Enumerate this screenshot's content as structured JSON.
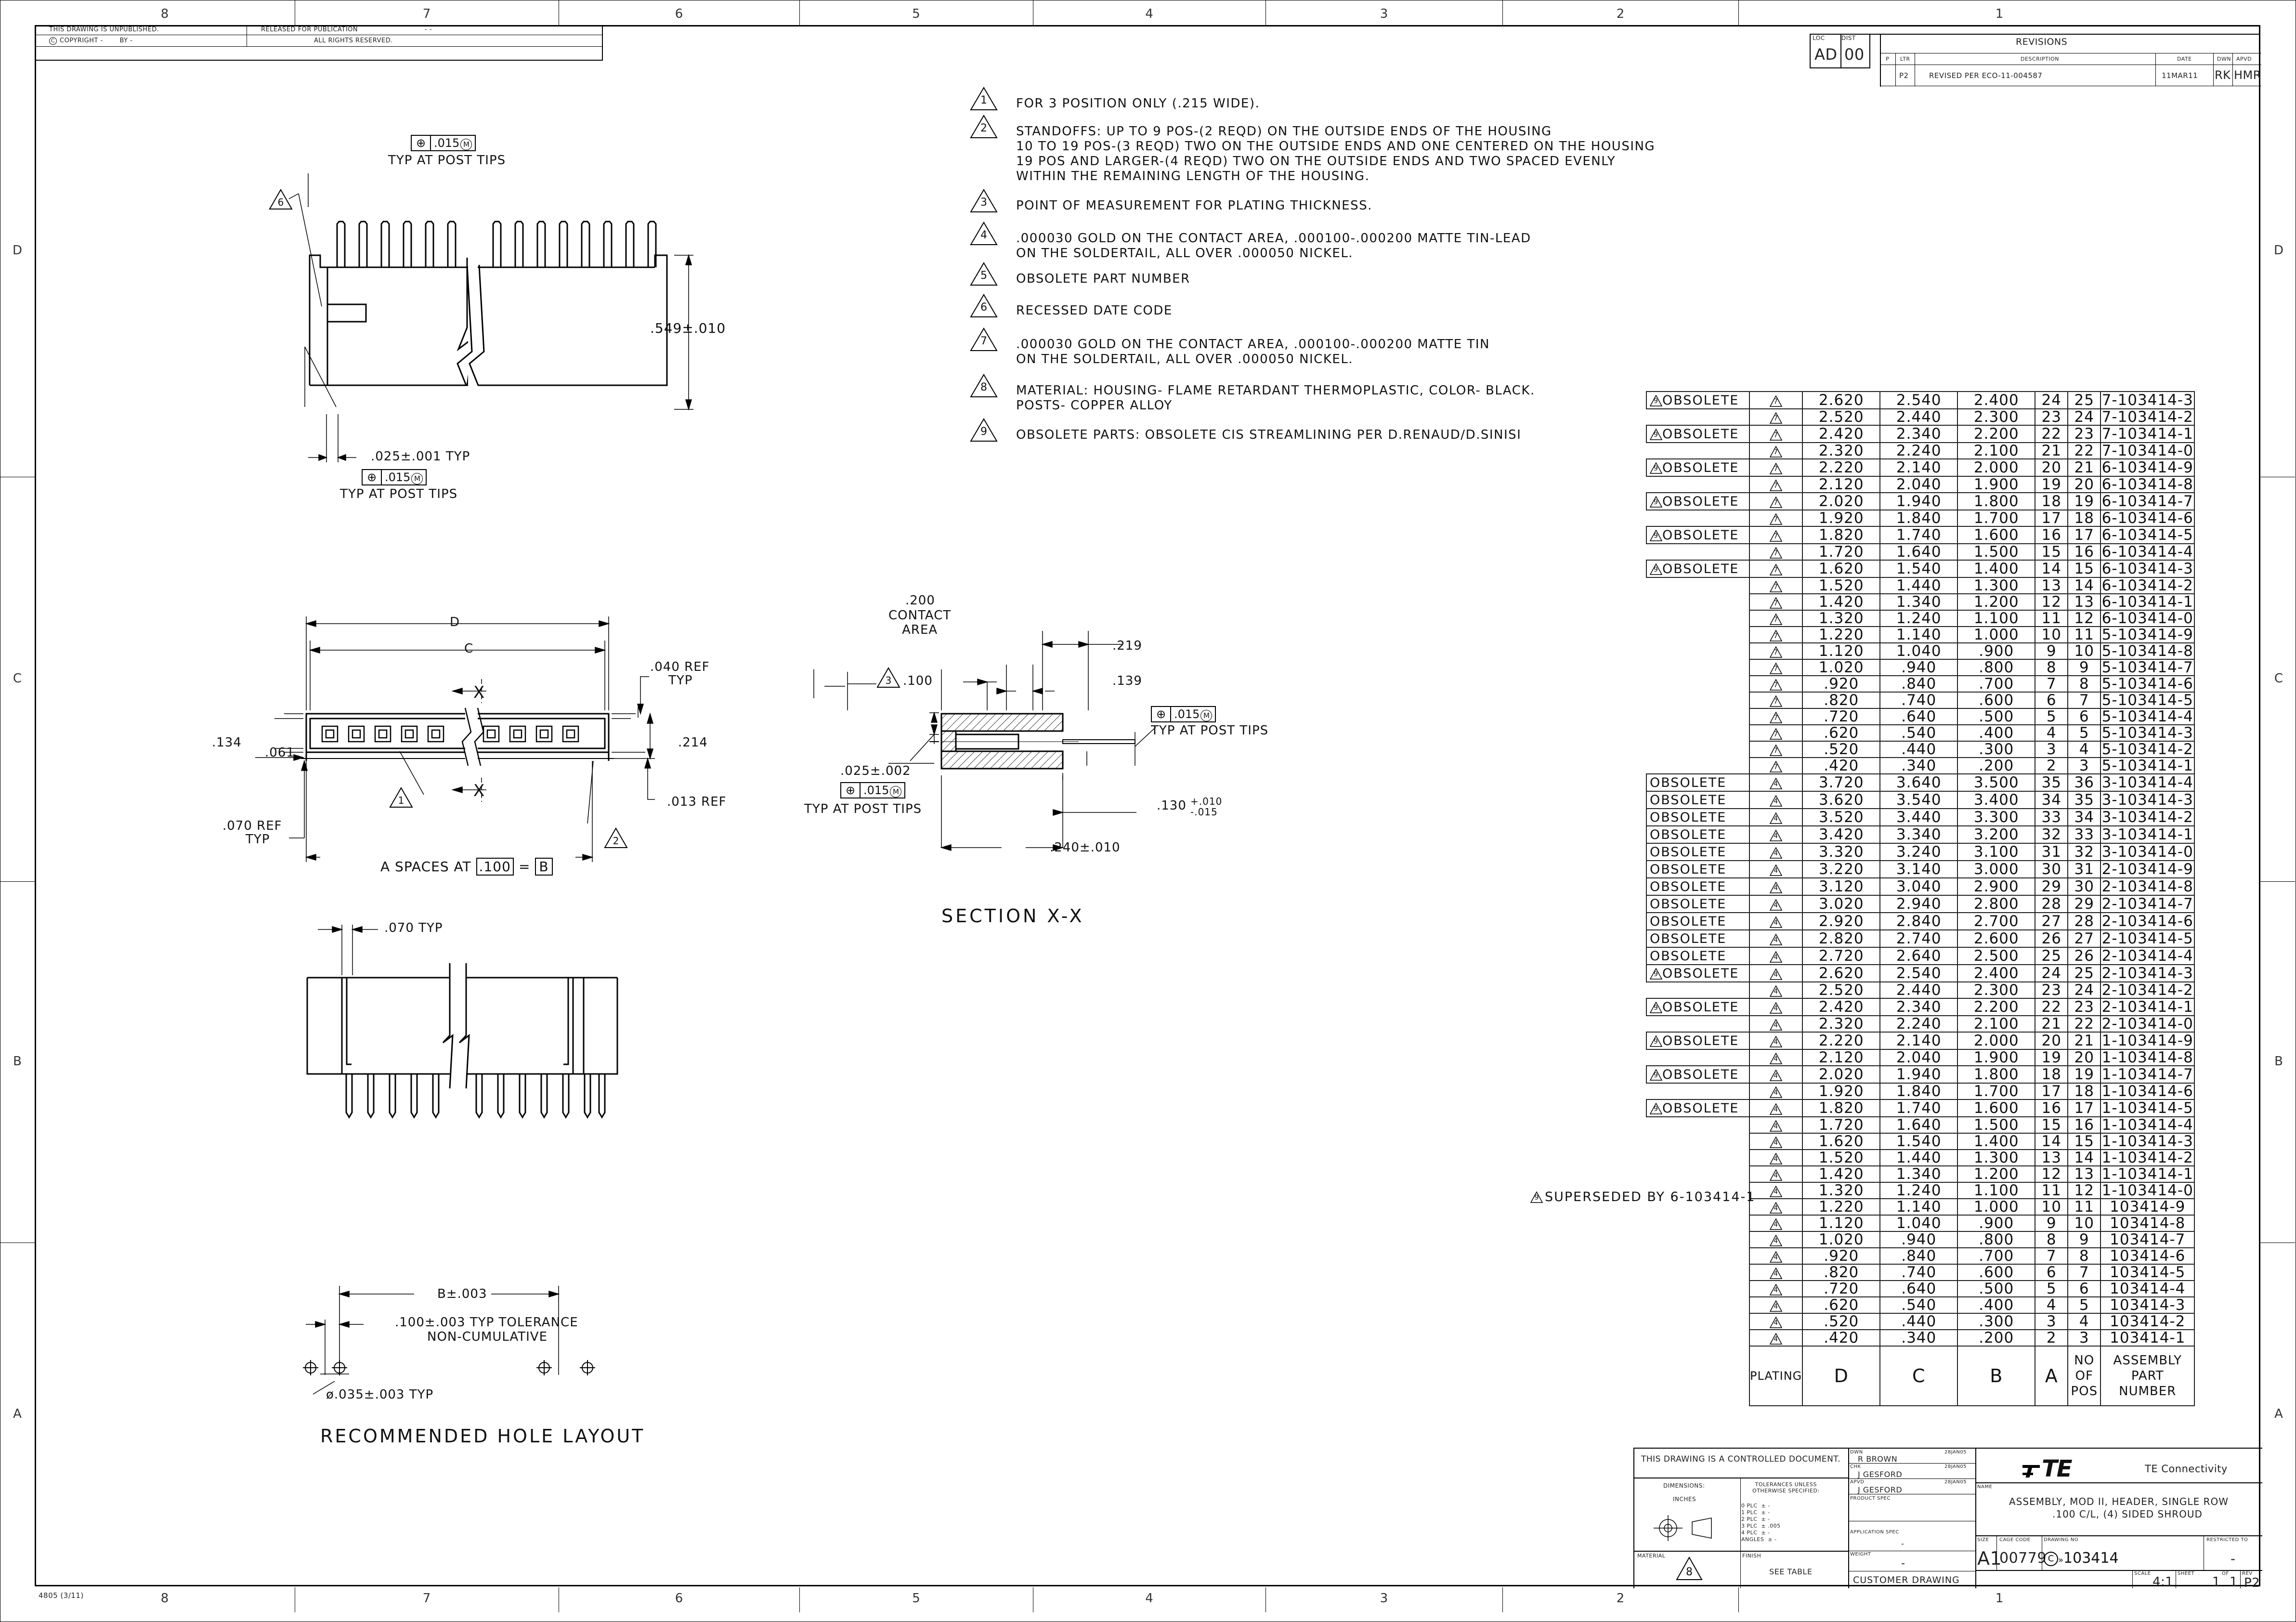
{
  "border": {
    "top_zones": [
      "8",
      "7",
      "6",
      "5",
      "4",
      "3",
      "2",
      "1"
    ],
    "side_zones": [
      "D",
      "C",
      "B",
      "A"
    ],
    "form_number": "4805 (3/11)"
  },
  "copyright_block": {
    "unpublished": "THIS DRAWING IS UNPUBLISHED.",
    "copyright": "COPYRIGHT",
    "by": "BY -",
    "year": "-",
    "released": "RELEASED FOR PUBLICATION",
    "reserved": "ALL RIGHTS RESERVED.",
    "released_year": "- -"
  },
  "revisions": {
    "loc_label": "LOC",
    "loc": "AD",
    "dist_label": "DIST",
    "dist": "00",
    "title": "REVISIONS",
    "headers": [
      "P",
      "LTR",
      "DESCRIPTION",
      "DATE",
      "DWN",
      "APVD"
    ],
    "row": {
      "ltr": "P2",
      "description": "REVISED PER ECO-11-004587",
      "date": "11MAR11",
      "dwn": "RK",
      "apvd": "HMR"
    }
  },
  "notes": [
    {
      "num": "1",
      "text": "FOR 3 POSITION ONLY (.215 WIDE)."
    },
    {
      "num": "2",
      "text": "STANDOFFS: UP TO 9 POS-(2 REQD) ON THE OUTSIDE ENDS OF THE HOUSING\n10 TO 19 POS-(3 REQD) TWO ON THE OUTSIDE ENDS AND ONE CENTERED ON THE HOUSING\n19 POS AND LARGER-(4 REQD) TWO ON THE OUTSIDE ENDS AND TWO SPACED EVENLY\nWITHIN THE REMAINING LENGTH OF THE HOUSING."
    },
    {
      "num": "3",
      "text": "POINT OF MEASUREMENT FOR PLATING THICKNESS."
    },
    {
      "num": "4",
      "text": ".000030 GOLD ON THE CONTACT AREA, .000100-.000200 MATTE TIN-LEAD\nON THE SOLDERTAIL, ALL OVER .000050 NICKEL."
    },
    {
      "num": "5",
      "text": "OBSOLETE PART NUMBER"
    },
    {
      "num": "6",
      "text": "RECESSED DATE CODE"
    },
    {
      "num": "7",
      "text": ".000030 GOLD ON THE CONTACT AREA, .000100-.000200 MATTE TIN\nON THE SOLDERTAIL, ALL OVER .000050 NICKEL."
    },
    {
      "num": "8",
      "text": "MATERIAL: HOUSING- FLAME RETARDANT THERMOPLASTIC, COLOR- BLACK.\nPOSTS- COPPER ALLOY"
    },
    {
      "num": "9",
      "text": "OBSOLETE PARTS: OBSOLETE CIS STREAMLINING PER D.RENAUD/D.SINISI"
    }
  ],
  "side_view": {
    "fcf_value": ".015",
    "fcf_modifier": "M",
    "typ_post_tips_1": "TYP AT POST TIPS",
    "height_dim": ".549±.010",
    "post_dim": ".025±.001 TYP",
    "typ_post_tips_2": "TYP AT POST TIPS",
    "note_ref": "6"
  },
  "top_view": {
    "d_label": "D",
    "c_label": "C",
    "ref_040": ".040 REF",
    "ref_040_typ": "TYP",
    "dim_134": ".134",
    "dim_061": ".061",
    "dim_214": ".214",
    "ref_013": ".013 REF",
    "ref_070": ".070 REF",
    "ref_070_typ": "TYP",
    "section_x": "X",
    "spaces_text": "A SPACES AT",
    "spaces_pitch": ".100",
    "spaces_eq": "=",
    "spaces_b": "B",
    "note1": "1",
    "note2": "2"
  },
  "section": {
    "dim_200": ".200",
    "contact_area": "CONTACT\nAREA",
    "dim_219": ".219",
    "dim_139": ".139",
    "note3_value": ".100",
    "note3": "3",
    "fcf_typ": "TYP AT POST TIPS",
    "post_dim": ".025±.002",
    "post_typ": "TYP AT POST TIPS",
    "dim_130": ".130",
    "dim_130_tol_plus": "+.010",
    "dim_130_tol_minus": "-.015",
    "dim_240": ".240±.010",
    "title": "SECTION X-X"
  },
  "front_view": {
    "dim_070": ".070 TYP"
  },
  "hole_layout": {
    "b_dim": "B±.003",
    "pitch": ".100±.003 TYP TOLERANCE",
    "noncum": "NON-CUMULATIVE",
    "dia": "ø.035±.003 TYP",
    "title": "RECOMMENDED HOLE LAYOUT"
  },
  "parts_table": {
    "headers": {
      "plating": "PLATING",
      "d": "D",
      "c": "C",
      "b": "B",
      "a": "A",
      "pos": "NO\nOF\nPOS",
      "part": "ASSEMBLY\nPART\nNUMBER"
    },
    "rows": [
      {
        "status": "OBSOLETE",
        "note9": true,
        "plating": "7",
        "d": "2.620",
        "c": "2.540",
        "b": "2.400",
        "a": "24",
        "pos": "25",
        "part": "7-103414-3"
      },
      {
        "status": "",
        "note9": false,
        "plating": "7",
        "d": "2.520",
        "c": "2.440",
        "b": "2.300",
        "a": "23",
        "pos": "24",
        "part": "7-103414-2"
      },
      {
        "status": "OBSOLETE",
        "note9": true,
        "plating": "7",
        "d": "2.420",
        "c": "2.340",
        "b": "2.200",
        "a": "22",
        "pos": "23",
        "part": "7-103414-1"
      },
      {
        "status": "",
        "note9": false,
        "plating": "7",
        "d": "2.320",
        "c": "2.240",
        "b": "2.100",
        "a": "21",
        "pos": "22",
        "part": "7-103414-0"
      },
      {
        "status": "OBSOLETE",
        "note9": true,
        "plating": "7",
        "d": "2.220",
        "c": "2.140",
        "b": "2.000",
        "a": "20",
        "pos": "21",
        "part": "6-103414-9"
      },
      {
        "status": "",
        "note9": false,
        "plating": "7",
        "d": "2.120",
        "c": "2.040",
        "b": "1.900",
        "a": "19",
        "pos": "20",
        "part": "6-103414-8"
      },
      {
        "status": "OBSOLETE",
        "note9": true,
        "plating": "7",
        "d": "2.020",
        "c": "1.940",
        "b": "1.800",
        "a": "18",
        "pos": "19",
        "part": "6-103414-7"
      },
      {
        "status": "",
        "note9": false,
        "plating": "7",
        "d": "1.920",
        "c": "1.840",
        "b": "1.700",
        "a": "17",
        "pos": "18",
        "part": "6-103414-6"
      },
      {
        "status": "OBSOLETE",
        "note9": true,
        "plating": "7",
        "d": "1.820",
        "c": "1.740",
        "b": "1.600",
        "a": "16",
        "pos": "17",
        "part": "6-103414-5"
      },
      {
        "status": "",
        "note9": false,
        "plating": "7",
        "d": "1.720",
        "c": "1.640",
        "b": "1.500",
        "a": "15",
        "pos": "16",
        "part": "6-103414-4"
      },
      {
        "status": "OBSOLETE",
        "note9": true,
        "plating": "7",
        "d": "1.620",
        "c": "1.540",
        "b": "1.400",
        "a": "14",
        "pos": "15",
        "part": "6-103414-3"
      },
      {
        "status": "",
        "note9": false,
        "plating": "7",
        "d": "1.520",
        "c": "1.440",
        "b": "1.300",
        "a": "13",
        "pos": "14",
        "part": "6-103414-2"
      },
      {
        "status": "",
        "note9": false,
        "plating": "7",
        "d": "1.420",
        "c": "1.340",
        "b": "1.200",
        "a": "12",
        "pos": "13",
        "part": "6-103414-1"
      },
      {
        "status": "",
        "note9": false,
        "plating": "7",
        "d": "1.320",
        "c": "1.240",
        "b": "1.100",
        "a": "11",
        "pos": "12",
        "part": "6-103414-0"
      },
      {
        "status": "",
        "note9": false,
        "plating": "7",
        "d": "1.220",
        "c": "1.140",
        "b": "1.000",
        "a": "10",
        "pos": "11",
        "part": "5-103414-9"
      },
      {
        "status": "",
        "note9": false,
        "plating": "7",
        "d": "1.120",
        "c": "1.040",
        "b": ".900",
        "a": "9",
        "pos": "10",
        "part": "5-103414-8"
      },
      {
        "status": "",
        "note9": false,
        "plating": "7",
        "d": "1.020",
        "c": ".940",
        "b": ".800",
        "a": "8",
        "pos": "9",
        "part": "5-103414-7"
      },
      {
        "status": "",
        "note9": false,
        "plating": "7",
        "d": ".920",
        "c": ".840",
        "b": ".700",
        "a": "7",
        "pos": "8",
        "part": "5-103414-6"
      },
      {
        "status": "",
        "note9": false,
        "plating": "7",
        "d": ".820",
        "c": ".740",
        "b": ".600",
        "a": "6",
        "pos": "7",
        "part": "5-103414-5"
      },
      {
        "status": "",
        "note9": false,
        "plating": "7",
        "d": ".720",
        "c": ".640",
        "b": ".500",
        "a": "5",
        "pos": "6",
        "part": "5-103414-4"
      },
      {
        "status": "",
        "note9": false,
        "plating": "7",
        "d": ".620",
        "c": ".540",
        "b": ".400",
        "a": "4",
        "pos": "5",
        "part": "5-103414-3"
      },
      {
        "status": "",
        "note9": false,
        "plating": "7",
        "d": ".520",
        "c": ".440",
        "b": ".300",
        "a": "3",
        "pos": "4",
        "part": "5-103414-2"
      },
      {
        "status": "",
        "note9": false,
        "plating": "7",
        "d": ".420",
        "c": ".340",
        "b": ".200",
        "a": "2",
        "pos": "3",
        "part": "5-103414-1"
      },
      {
        "status": "OBSOLETE",
        "note9": false,
        "plating": "4",
        "d": "3.720",
        "c": "3.640",
        "b": "3.500",
        "a": "35",
        "pos": "36",
        "part": "3-103414-4"
      },
      {
        "status": "OBSOLETE",
        "note9": false,
        "plating": "4",
        "d": "3.620",
        "c": "3.540",
        "b": "3.400",
        "a": "34",
        "pos": "35",
        "part": "3-103414-3"
      },
      {
        "status": "OBSOLETE",
        "note9": false,
        "plating": "4",
        "d": "3.520",
        "c": "3.440",
        "b": "3.300",
        "a": "33",
        "pos": "34",
        "part": "3-103414-2"
      },
      {
        "status": "OBSOLETE",
        "note9": false,
        "plating": "4",
        "d": "3.420",
        "c": "3.340",
        "b": "3.200",
        "a": "32",
        "pos": "33",
        "part": "3-103414-1"
      },
      {
        "status": "OBSOLETE",
        "note9": false,
        "plating": "4",
        "d": "3.320",
        "c": "3.240",
        "b": "3.100",
        "a": "31",
        "pos": "32",
        "part": "3-103414-0"
      },
      {
        "status": "OBSOLETE",
        "note9": false,
        "plating": "4",
        "d": "3.220",
        "c": "3.140",
        "b": "3.000",
        "a": "30",
        "pos": "31",
        "part": "2-103414-9"
      },
      {
        "status": "OBSOLETE",
        "note9": false,
        "plating": "4",
        "d": "3.120",
        "c": "3.040",
        "b": "2.900",
        "a": "29",
        "pos": "30",
        "part": "2-103414-8"
      },
      {
        "status": "OBSOLETE",
        "note9": false,
        "plating": "4",
        "d": "3.020",
        "c": "2.940",
        "b": "2.800",
        "a": "28",
        "pos": "29",
        "part": "2-103414-7"
      },
      {
        "status": "OBSOLETE",
        "note9": false,
        "plating": "4",
        "d": "2.920",
        "c": "2.840",
        "b": "2.700",
        "a": "27",
        "pos": "28",
        "part": "2-103414-6"
      },
      {
        "status": "OBSOLETE",
        "note9": false,
        "plating": "4",
        "d": "2.820",
        "c": "2.740",
        "b": "2.600",
        "a": "26",
        "pos": "27",
        "part": "2-103414-5"
      },
      {
        "status": "OBSOLETE",
        "note9": false,
        "plating": "4",
        "d": "2.720",
        "c": "2.640",
        "b": "2.500",
        "a": "25",
        "pos": "26",
        "part": "2-103414-4"
      },
      {
        "status": "OBSOLETE",
        "note9": true,
        "plating": "4",
        "d": "2.620",
        "c": "2.540",
        "b": "2.400",
        "a": "24",
        "pos": "25",
        "part": "2-103414-3"
      },
      {
        "status": "",
        "note9": false,
        "plating": "4",
        "d": "2.520",
        "c": "2.440",
        "b": "2.300",
        "a": "23",
        "pos": "24",
        "part": "2-103414-2"
      },
      {
        "status": "OBSOLETE",
        "note9": true,
        "plating": "4",
        "d": "2.420",
        "c": "2.340",
        "b": "2.200",
        "a": "22",
        "pos": "23",
        "part": "2-103414-1"
      },
      {
        "status": "",
        "note9": false,
        "plating": "4",
        "d": "2.320",
        "c": "2.240",
        "b": "2.100",
        "a": "21",
        "pos": "22",
        "part": "2-103414-0"
      },
      {
        "status": "OBSOLETE",
        "note9": true,
        "plating": "4",
        "d": "2.220",
        "c": "2.140",
        "b": "2.000",
        "a": "20",
        "pos": "21",
        "part": "1-103414-9"
      },
      {
        "status": "",
        "note9": false,
        "plating": "4",
        "d": "2.120",
        "c": "2.040",
        "b": "1.900",
        "a": "19",
        "pos": "20",
        "part": "1-103414-8"
      },
      {
        "status": "OBSOLETE",
        "note9": true,
        "plating": "4",
        "d": "2.020",
        "c": "1.940",
        "b": "1.800",
        "a": "18",
        "pos": "19",
        "part": "1-103414-7"
      },
      {
        "status": "",
        "note9": false,
        "plating": "4",
        "d": "1.920",
        "c": "1.840",
        "b": "1.700",
        "a": "17",
        "pos": "18",
        "part": "1-103414-6"
      },
      {
        "status": "OBSOLETE",
        "note9": true,
        "plating": "4",
        "d": "1.820",
        "c": "1.740",
        "b": "1.600",
        "a": "16",
        "pos": "17",
        "part": "1-103414-5"
      },
      {
        "status": "",
        "note9": false,
        "plating": "4",
        "d": "1.720",
        "c": "1.640",
        "b": "1.500",
        "a": "15",
        "pos": "16",
        "part": "1-103414-4"
      },
      {
        "status": "",
        "note9": false,
        "plating": "4",
        "d": "1.620",
        "c": "1.540",
        "b": "1.400",
        "a": "14",
        "pos": "15",
        "part": "1-103414-3"
      },
      {
        "status": "",
        "note9": false,
        "plating": "4",
        "d": "1.520",
        "c": "1.440",
        "b": "1.300",
        "a": "13",
        "pos": "14",
        "part": "1-103414-2"
      },
      {
        "status": "",
        "note9": false,
        "plating": "4",
        "d": "1.420",
        "c": "1.340",
        "b": "1.200",
        "a": "12",
        "pos": "13",
        "part": "1-103414-1"
      },
      {
        "status": "",
        "note9": false,
        "plating": "4",
        "d": "1.320",
        "c": "1.240",
        "b": "1.100",
        "a": "11",
        "pos": "12",
        "part": "1-103414-0"
      },
      {
        "status": "",
        "note9": false,
        "plating": "4",
        "d": "1.220",
        "c": "1.140",
        "b": "1.000",
        "a": "10",
        "pos": "11",
        "part": "103414-9"
      },
      {
        "status": "",
        "note9": false,
        "plating": "4",
        "d": "1.120",
        "c": "1.040",
        "b": ".900",
        "a": "9",
        "pos": "10",
        "part": "103414-8"
      },
      {
        "status": "",
        "note9": false,
        "plating": "4",
        "d": "1.020",
        "c": ".940",
        "b": ".800",
        "a": "8",
        "pos": "9",
        "part": "103414-7"
      },
      {
        "status": "",
        "note9": false,
        "plating": "4",
        "d": ".920",
        "c": ".840",
        "b": ".700",
        "a": "7",
        "pos": "8",
        "part": "103414-6"
      },
      {
        "status": "",
        "note9": false,
        "plating": "4",
        "d": ".820",
        "c": ".740",
        "b": ".600",
        "a": "6",
        "pos": "7",
        "part": "103414-5"
      },
      {
        "status": "",
        "note9": false,
        "plating": "4",
        "d": ".720",
        "c": ".640",
        "b": ".500",
        "a": "5",
        "pos": "6",
        "part": "103414-4"
      },
      {
        "status": "",
        "note9": false,
        "plating": "4",
        "d": ".620",
        "c": ".540",
        "b": ".400",
        "a": "4",
        "pos": "5",
        "part": "103414-3"
      },
      {
        "status": "",
        "note9": false,
        "plating": "4",
        "d": ".520",
        "c": ".440",
        "b": ".300",
        "a": "3",
        "pos": "4",
        "part": "103414-2"
      },
      {
        "status": "",
        "note9": false,
        "plating": "4",
        "d": ".420",
        "c": ".340",
        "b": ".200",
        "a": "2",
        "pos": "3",
        "part": "103414-1"
      }
    ],
    "superseded_note": "9",
    "superseded_text": "SUPERSEDED BY 6-103414-1"
  },
  "title_block": {
    "controlled": "THIS DRAWING IS A CONTROLLED DOCUMENT.",
    "dimensions_label": "DIMENSIONS:",
    "dimensions_unit": "INCHES",
    "tolerances": "TOLERANCES UNLESS\nOTHERWISE SPECIFIED:",
    "plc_list": "0 PLC  ± -\n1 PLC  ± -\n2 PLC  ± -\n3 PLC  ± .005\n4 PLC  ± -\nANGLES  ± -",
    "material_label": "MATERIAL",
    "material_note": "8",
    "finish_label": "FINISH",
    "finish_value": "SEE TABLE",
    "dwn_label": "DWN",
    "dwn_name": "R BROWN",
    "dwn_date": "28JAN05",
    "chk_label": "CHK",
    "chk_name": "J GESFORD",
    "chk_date": "28JAN05",
    "apvd_label": "APVD",
    "apvd_name": "J GESFORD",
    "apvd_date": "28JAN05",
    "product_spec": "PRODUCT SPEC",
    "application_spec": "APPLICATION SPEC",
    "application_value": "-",
    "weight_label": "WEIGHT",
    "weight_value": "-",
    "customer_drawing": "CUSTOMER DRAWING",
    "company_logo": "TE",
    "company_name": "TE Connectivity",
    "name_label": "NAME",
    "title_line1": "ASSEMBLY, MOD II, HEADER, SINGLE ROW",
    "title_line2": ".100 C/L, (4) SIDED SHROUD",
    "size_label": "SIZE",
    "size": "A1",
    "cage_label": "CAGE CODE",
    "cage": "00779",
    "dwg_label": "DRAWING NO",
    "dwg_no": "103414",
    "restricted_label": "RESTRICTED TO",
    "restricted_value": "-",
    "scale_label": "SCALE",
    "scale": "4:1",
    "sheet_label": "SHEET",
    "sheet": "1",
    "of_label": "OF",
    "of": "1",
    "rev_label": "REV",
    "rev": "P2"
  }
}
